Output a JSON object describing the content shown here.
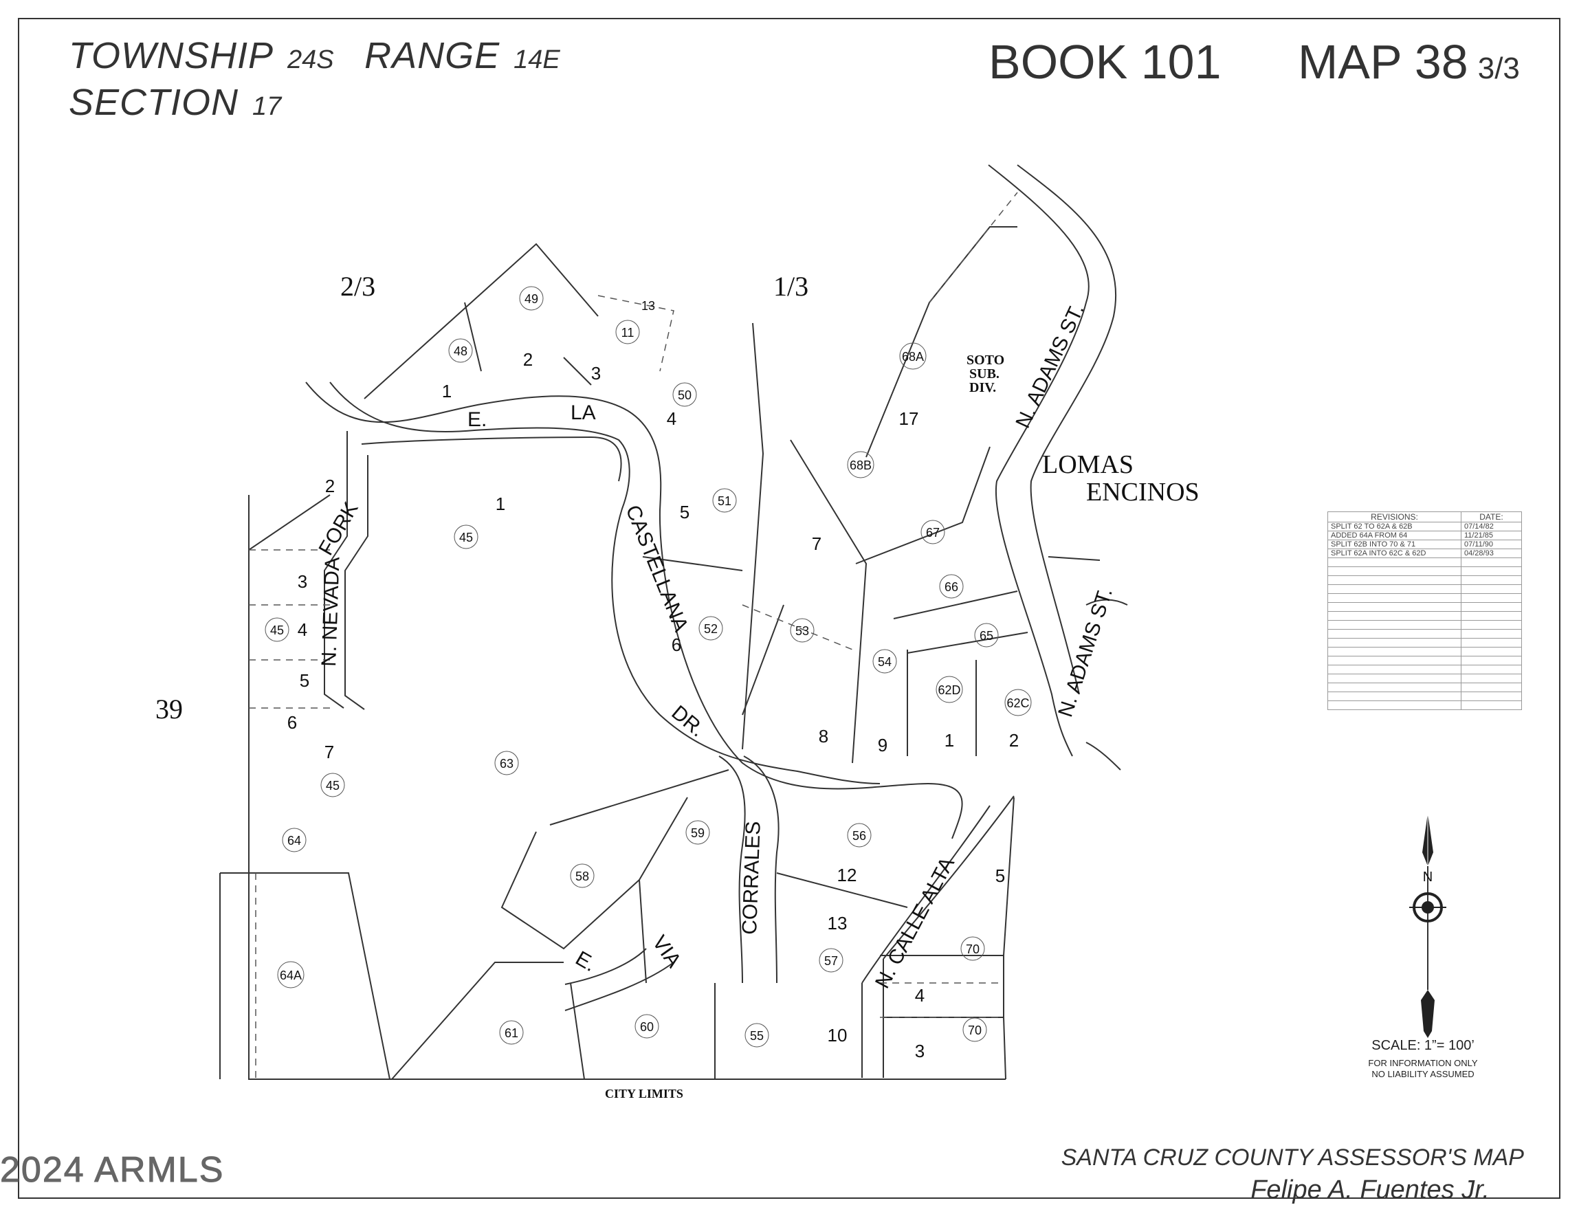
{
  "header": {
    "township_label": "TOWNSHIP",
    "township_value": "24S",
    "range_label": "RANGE",
    "range_value": "14E",
    "section_label": "SECTION",
    "section_value": "17",
    "book": "BOOK 101",
    "map": "MAP 38",
    "map_fraction": "3/3"
  },
  "map_labels": {
    "sheet_left": "2/3",
    "sheet_right": "1/3",
    "adjacent_section": "39",
    "lomas_line1": "LOMAS",
    "lomas_line2": "ENCINOS",
    "soto_line1": "SOTO",
    "soto_line2": "SUB.",
    "soto_line3": "DIV.",
    "city_limits": "CITY LIMITS"
  },
  "streets": {
    "e": "E.",
    "la": "LA",
    "castellana": "CASTELLANA",
    "dr": "DR.",
    "n_nevada": "N. NEVADA",
    "fork": "FORK",
    "n_adams_1": "N. ADAMS ST.",
    "n_adams_2": "N. ADAMS ST.",
    "corrales": "CORRALES",
    "e_via_e": "E.",
    "e_via_via": "VIA",
    "n_calle_alta": "N. CALLE ALTA"
  },
  "parcels": [
    "49",
    "48",
    "11",
    "50",
    "68A",
    "68B",
    "51",
    "45",
    "67",
    "66",
    "65",
    "52",
    "53",
    "54",
    "62D",
    "62C",
    "45",
    "45",
    "63",
    "56",
    "59",
    "64",
    "58",
    "57",
    "70",
    "64A",
    "61",
    "60",
    "55",
    "70"
  ],
  "lots": [
    "1",
    "2",
    "3",
    "4",
    "13",
    "17",
    "1",
    "2",
    "5",
    "7",
    "3",
    "4",
    "5",
    "6",
    "7",
    "6",
    "8",
    "9",
    "1",
    "2",
    "12",
    "13",
    "5",
    "4",
    "10",
    "3"
  ],
  "revisions": {
    "header_revisions": "REVISIONS:",
    "header_date": "DATE:",
    "rows": [
      {
        "text": "SPLIT 62 TO 62A & 62B",
        "date": "07/14/82"
      },
      {
        "text": "ADDED 64A FROM 64",
        "date": "11/21/85"
      },
      {
        "text": "SPLIT 62B INTO 70 & 71",
        "date": "07/11/90"
      },
      {
        "text": "SPLIT 62A INTO 62C & 62D",
        "date": "04/28/93"
      }
    ],
    "blank_rows": 17
  },
  "north_label": "N",
  "scale": {
    "text": "SCALE:  1”= 100’",
    "note_line1": "FOR INFORMATION ONLY",
    "note_line2": "NO LIABILITY ASSUMED"
  },
  "footer": {
    "copyright": "2024 ARMLS",
    "assessor": "SANTA CRUZ COUNTY ASSESSOR'S MAP",
    "author": "Felipe A. Fuentes Jr."
  },
  "colors": {
    "line": "#333333",
    "text": "#111111",
    "faint": "#666666"
  }
}
